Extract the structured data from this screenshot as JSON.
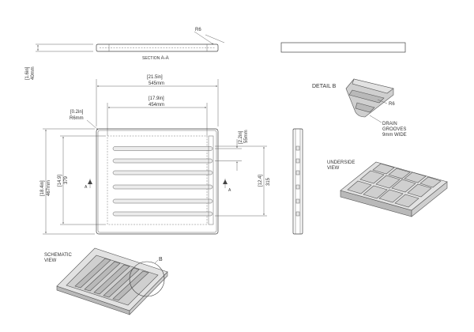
{
  "section_aa": {
    "radius_label": "R6",
    "title_prefix": "SECTION ",
    "title_letters": "A-A"
  },
  "thickness": {
    "inches": "[1.6in]",
    "mm": "40mm"
  },
  "width_overall": {
    "inches": "[21.5in]",
    "mm": "545mm"
  },
  "width_inner": {
    "inches": "[17.9in]",
    "mm": "454mm"
  },
  "corner_radius": {
    "inches": "[0.2in]",
    "mm": "R6mm"
  },
  "height_overall": {
    "inches": "[18.4in]",
    "mm": "467mm"
  },
  "height_inner": {
    "inches": "[14.9]",
    "mm": "379"
  },
  "groove_pitch": {
    "inches": "[2.2in]",
    "mm": "55mm"
  },
  "groove_span": {
    "inches": "[12.4]",
    "mm": "315"
  },
  "section_marker": "A",
  "detail_b": {
    "title": "DETAIL B",
    "radius": "R6",
    "note_lines": [
      "DRAIN",
      "GROOVES",
      "9mm WIDE"
    ]
  },
  "underside": {
    "lines": [
      "UNDERSIDE",
      "VIEW"
    ]
  },
  "schematic": {
    "lines": [
      "SCHEMATIC",
      "VIEW"
    ],
    "detail_marker": "B"
  }
}
